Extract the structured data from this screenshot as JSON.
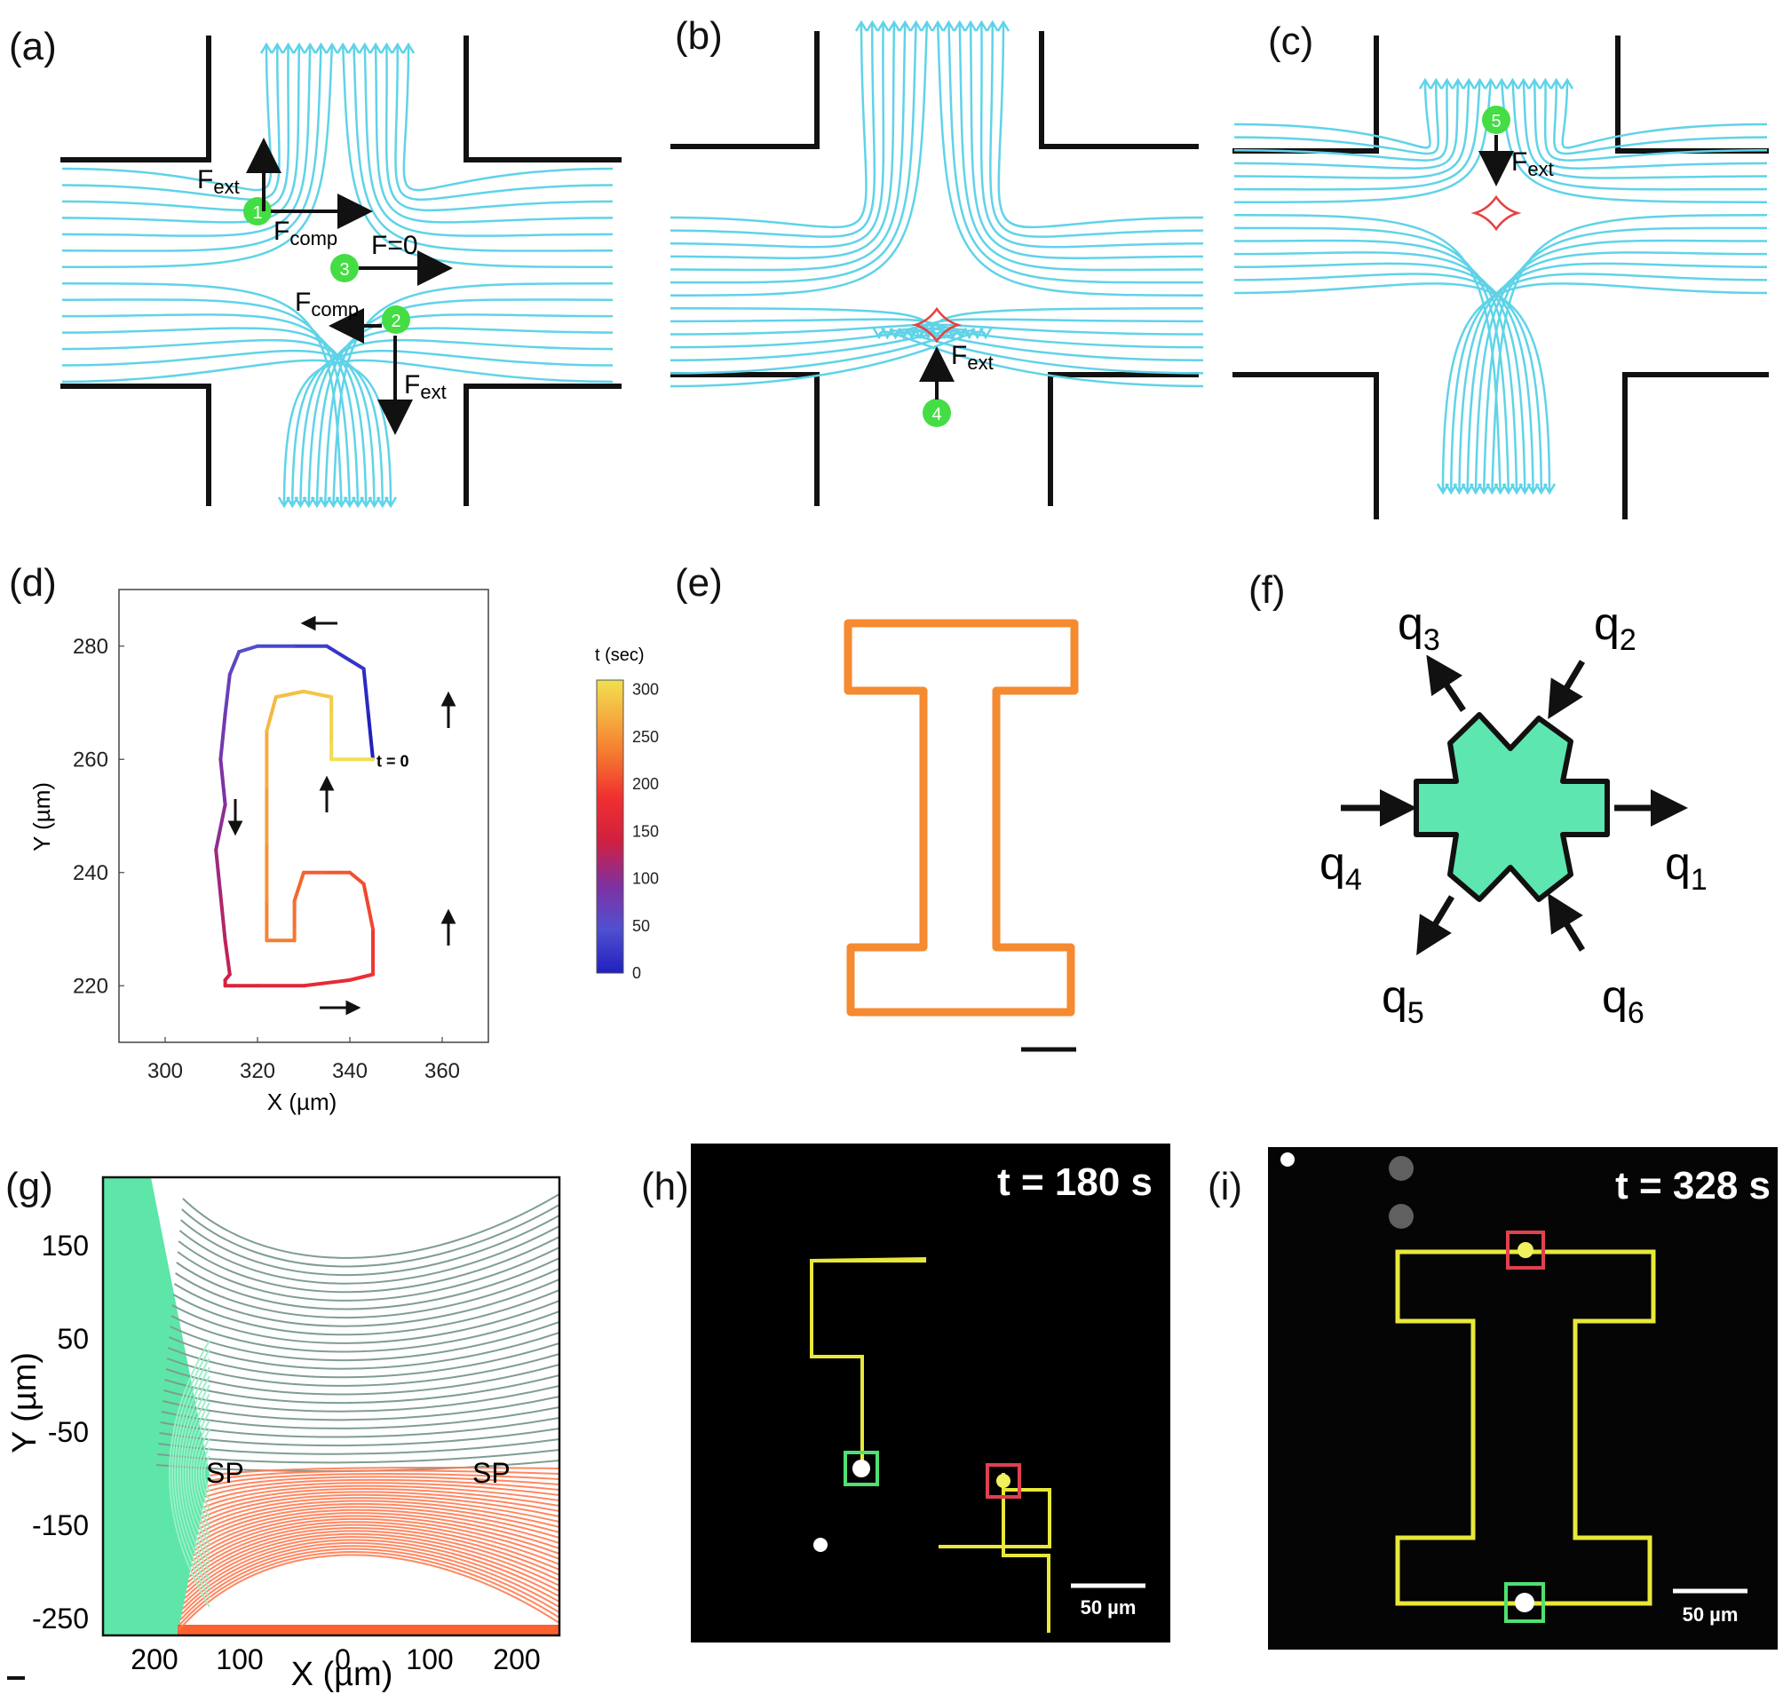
{
  "labels": {
    "a": "(a)",
    "b": "(b)",
    "c": "(c)",
    "d": "(d)",
    "e": "(e)",
    "f": "(f)",
    "g": "(g)",
    "h": "(h)",
    "i": "(i)"
  },
  "panel_a": {
    "fext": "F",
    "fext_sub": "ext",
    "fcomp": "F",
    "fcomp_sub": "comp",
    "fzero": "F=0",
    "particles": [
      "1",
      "2",
      "3"
    ]
  },
  "panel_b": {
    "fext": "F",
    "fext_sub": "ext",
    "particle": "4"
  },
  "panel_c": {
    "fext": "F",
    "fext_sub": "ext",
    "particle": "5"
  },
  "panel_f": {
    "q": [
      {
        "base": "q",
        "sub": "1"
      },
      {
        "base": "q",
        "sub": "2"
      },
      {
        "base": "q",
        "sub": "3"
      },
      {
        "base": "q",
        "sub": "4"
      },
      {
        "base": "q",
        "sub": "5"
      },
      {
        "base": "q",
        "sub": "6"
      }
    ],
    "fill": "#5ee6b0"
  },
  "panel_g": {
    "ylabel": "Y (µm)",
    "xlabel": "X (µm)",
    "yticks": [
      "150",
      "50",
      "-50",
      "-150",
      "-250"
    ],
    "xticks": [
      "200",
      "100",
      "0",
      "100",
      "200"
    ],
    "sp": "SP"
  },
  "panel_h": {
    "time": "t = 180 s",
    "scale": "50 µm"
  },
  "panel_i": {
    "time": "t = 328 s",
    "scale": "50 µm"
  },
  "chart_data": {
    "type": "line",
    "xlabel": "X (µm)",
    "ylabel": "Y (µm)",
    "xlim": [
      290,
      370
    ],
    "ylim": [
      210,
      290
    ],
    "xticks": [
      300,
      320,
      340,
      360
    ],
    "yticks": [
      220,
      240,
      260,
      280
    ],
    "colorbar": {
      "title": "t (sec)",
      "ticks": [
        0,
        50,
        100,
        150,
        200,
        250,
        300
      ],
      "range": [
        0,
        310
      ]
    },
    "start_label": "t = 0",
    "series": [
      {
        "x": [
          345,
          344,
          343,
          335,
          328,
          320,
          316,
          314,
          313,
          312,
          313,
          311,
          312,
          313,
          314,
          313,
          313,
          315,
          320,
          330,
          340,
          345,
          345,
          343,
          340,
          335,
          330,
          328,
          328,
          328,
          322,
          322,
          322,
          322,
          322,
          324,
          330,
          336,
          336,
          336,
          336,
          345
        ],
        "y": [
          260,
          268,
          276,
          280,
          280,
          280,
          279,
          275,
          268,
          260,
          252,
          244,
          236,
          228,
          222,
          221,
          220,
          220,
          220,
          220,
          221,
          222,
          230,
          238,
          240,
          240,
          240,
          235,
          230,
          228,
          228,
          235,
          245,
          255,
          265,
          271,
          272,
          271,
          268,
          263,
          260,
          260
        ],
        "t": [
          0,
          10,
          20,
          30,
          40,
          50,
          60,
          70,
          80,
          90,
          100,
          110,
          120,
          130,
          140,
          145,
          150,
          155,
          160,
          170,
          180,
          190,
          200,
          205,
          210,
          215,
          220,
          225,
          230,
          235,
          240,
          250,
          260,
          270,
          280,
          285,
          290,
          295,
          300,
          305,
          310,
          315
        ]
      }
    ]
  }
}
